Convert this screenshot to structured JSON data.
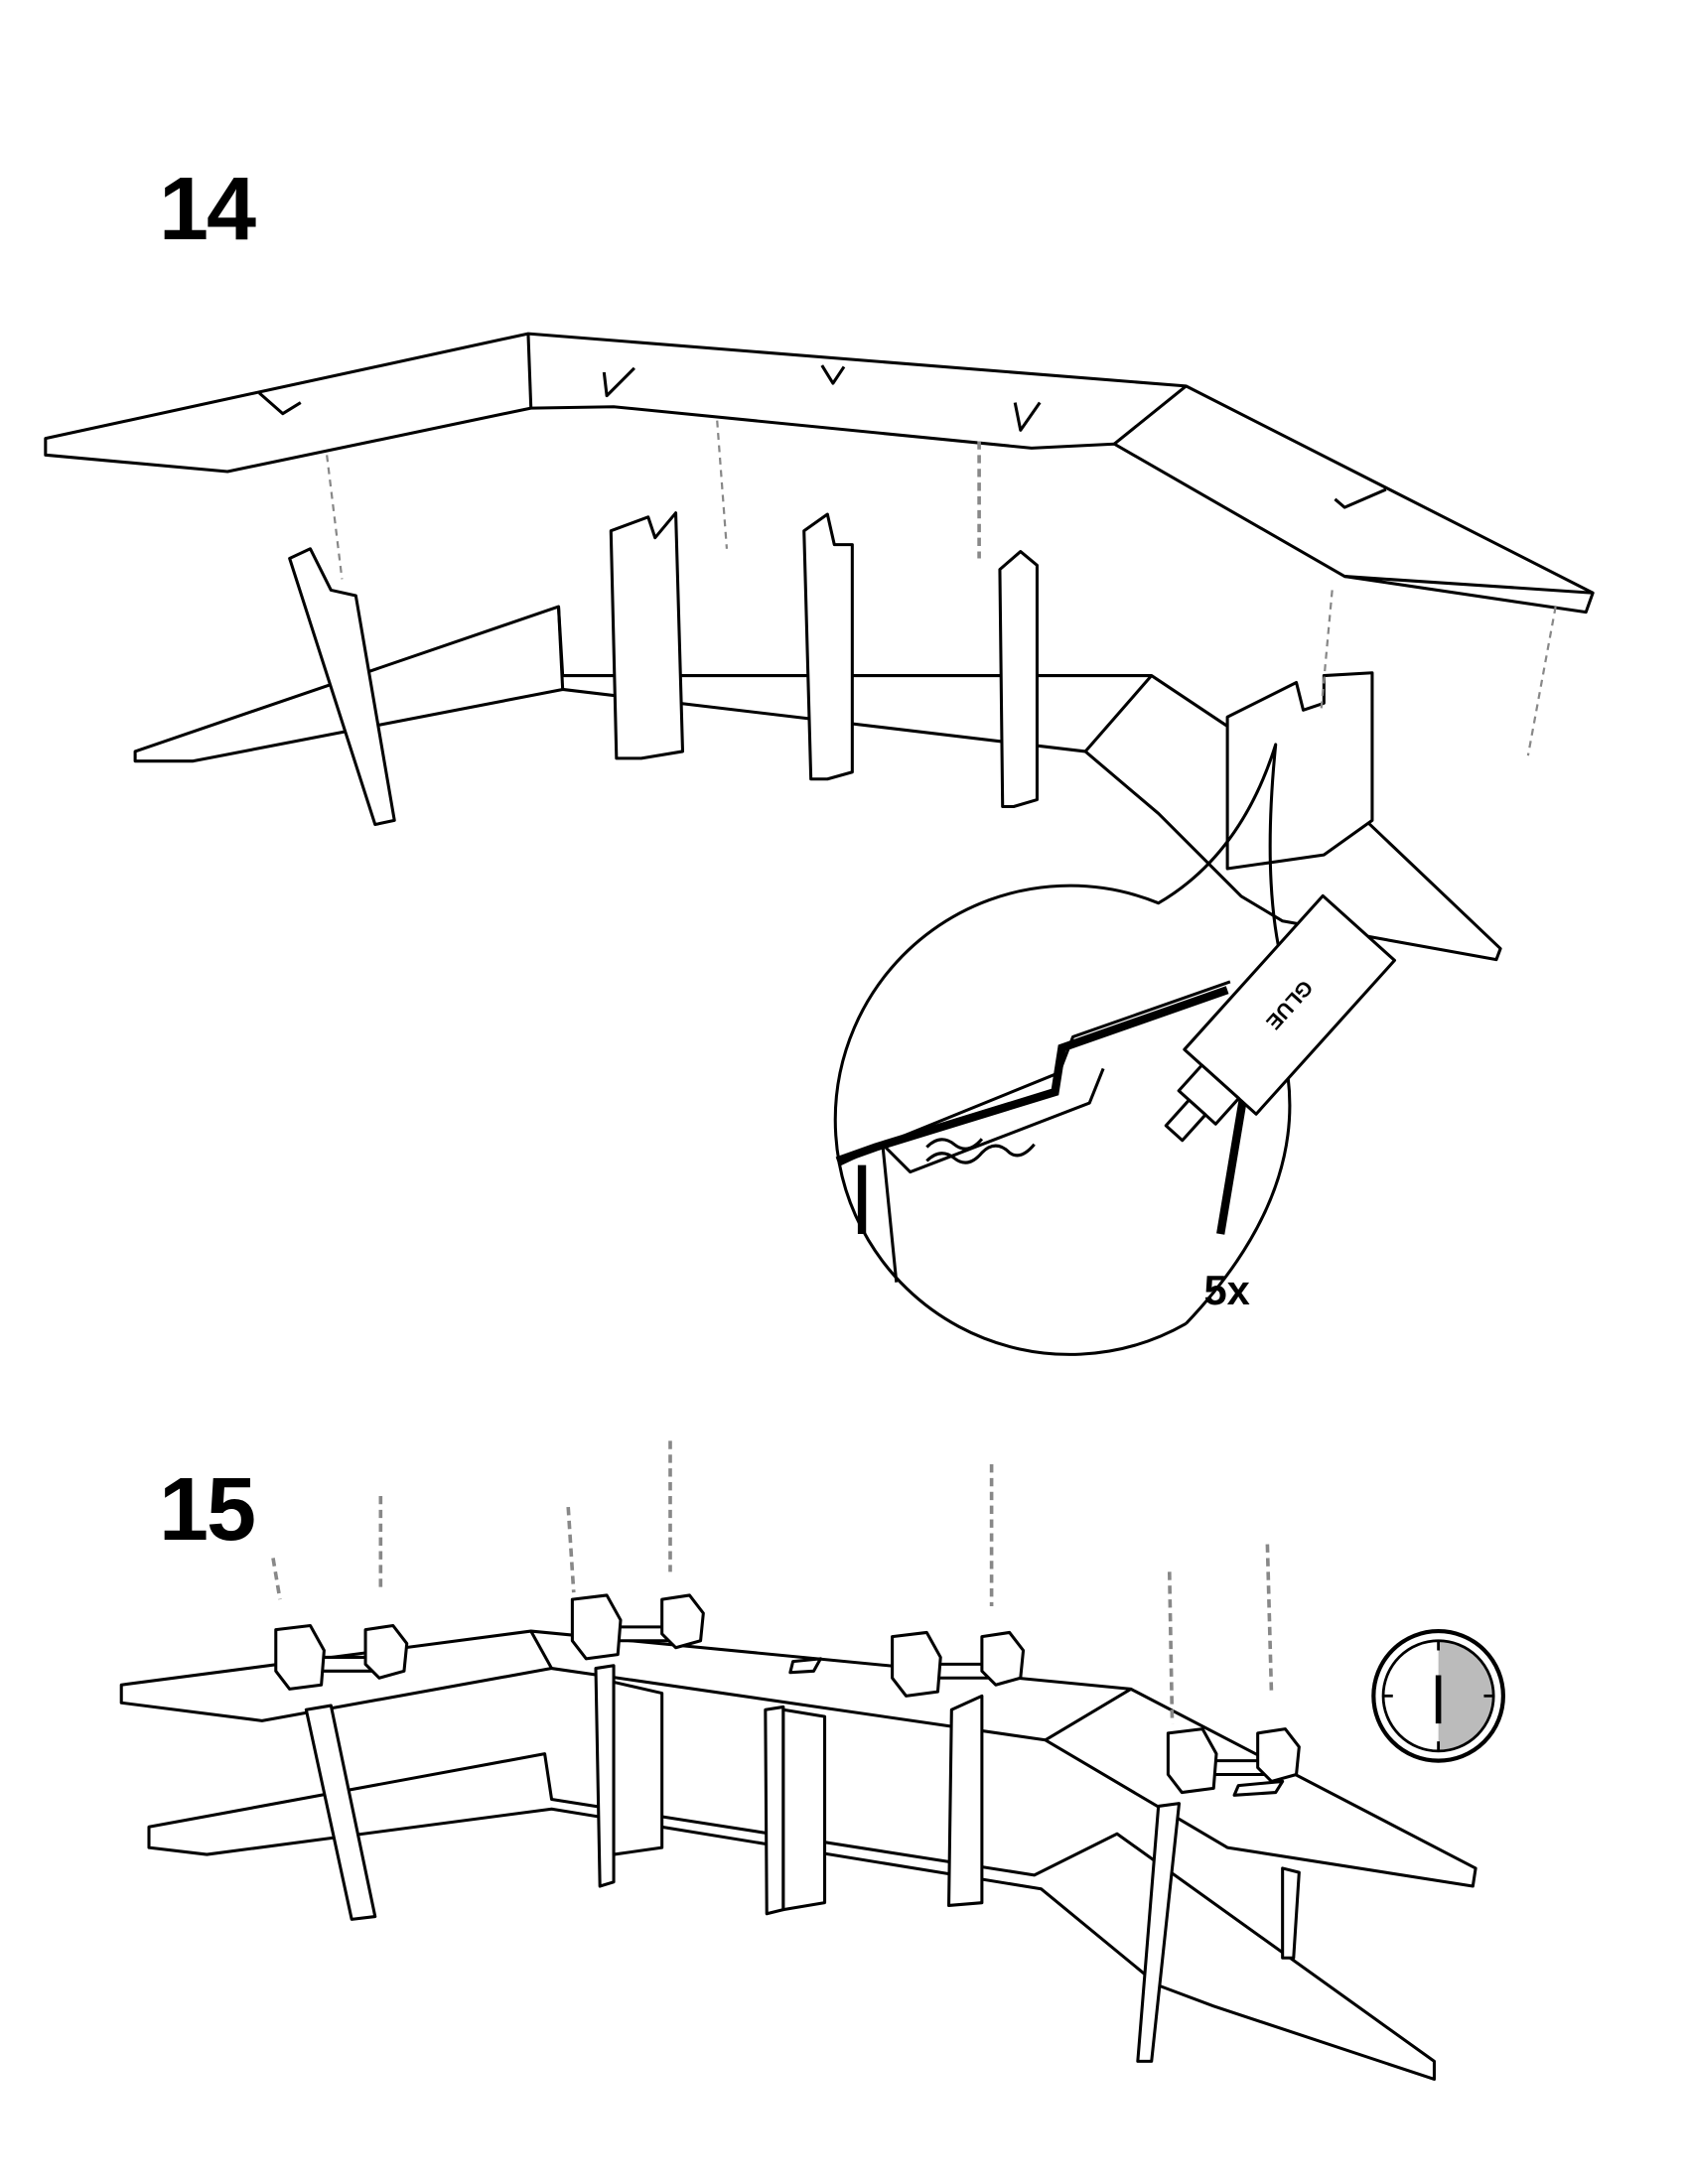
{
  "steps": [
    {
      "number": "14",
      "detail": {
        "label": "GLUE",
        "quantity": "5x"
      }
    },
    {
      "number": "15",
      "icon": "clock-icon"
    }
  ],
  "colors": {
    "line": "#000000",
    "arrow": "#888888",
    "clock_fill": "#bbbbbb"
  }
}
